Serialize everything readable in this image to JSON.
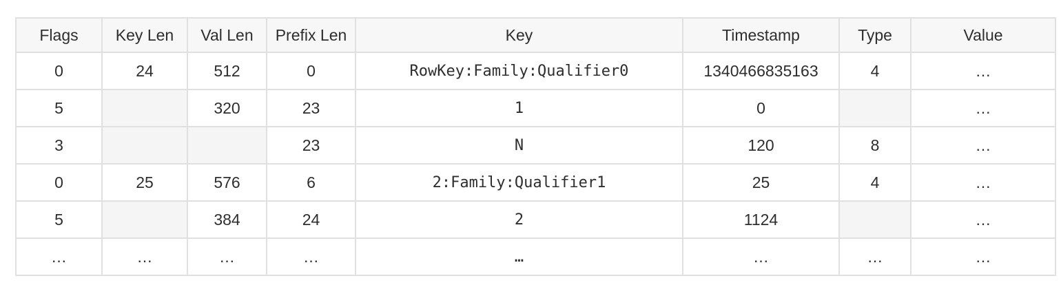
{
  "chart_data": {
    "type": "table",
    "title": "",
    "columns": [
      "Flags",
      "Key Len",
      "Val Len",
      "Prefix Len",
      "Key",
      "Timestamp",
      "Type",
      "Value"
    ],
    "rows": [
      [
        "0",
        "24",
        "512",
        "0",
        "RowKey:Family:Qualifier0",
        "1340466835163",
        "4",
        "…"
      ],
      [
        "5",
        "",
        "320",
        "23",
        "1",
        "0",
        "",
        "…"
      ],
      [
        "3",
        "",
        "",
        "23",
        "N",
        "120",
        "8",
        "…"
      ],
      [
        "0",
        "25",
        "576",
        "6",
        "2:Family:Qualifier1",
        "25",
        "4",
        "…"
      ],
      [
        "5",
        "",
        "384",
        "24",
        "2",
        "1124",
        "",
        "…"
      ],
      [
        "…",
        "…",
        "…",
        "…",
        "…",
        "…",
        "…",
        "…"
      ]
    ],
    "empty_shaded_cells": [
      [
        1,
        1
      ],
      [
        1,
        6
      ],
      [
        2,
        1
      ],
      [
        2,
        2
      ],
      [
        4,
        1
      ],
      [
        4,
        6
      ]
    ],
    "layout": {
      "header_row": true,
      "grid": true,
      "text_align": "center"
    }
  },
  "colors": {
    "header_bg": "#f7f7f7",
    "empty_cell_bg": "#f5f5f5",
    "border": "#e0e0e0",
    "text": "#2e2e2e",
    "page_bg": "#ffffff"
  }
}
